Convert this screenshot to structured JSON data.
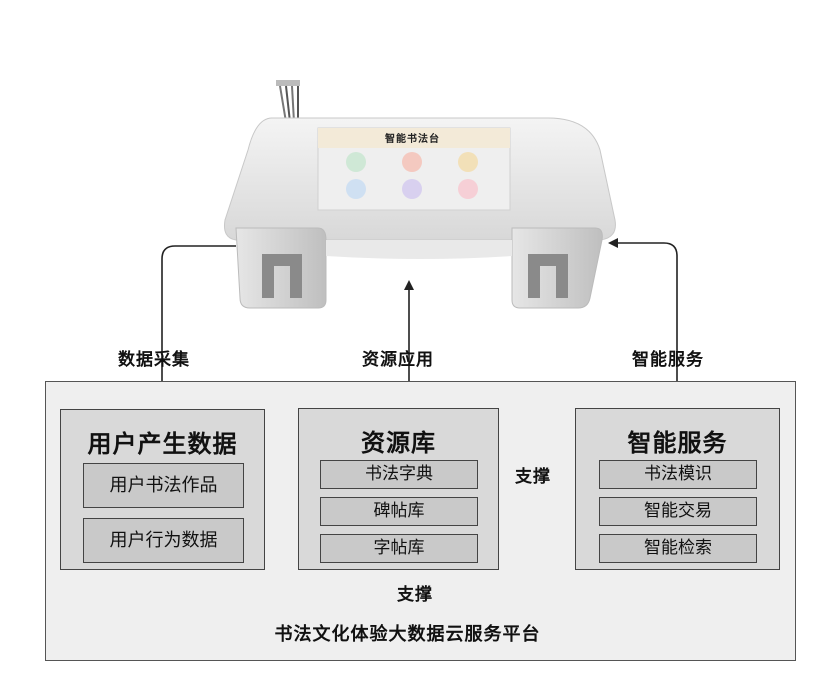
{
  "desk": {
    "screen_title": "智能书法台"
  },
  "flows": {
    "data_collection": "数据采集",
    "resource_application": "资源应用",
    "intelligent_service": "智能服务"
  },
  "platform": {
    "title": "书法文化体验大数据云服务平台",
    "user_data": {
      "title": "用户产生数据",
      "items": [
        "用户书法作品",
        "用户行为数据"
      ]
    },
    "resources": {
      "title": "资源库",
      "items": [
        "书法字典",
        "碑帖库",
        "字帖库"
      ]
    },
    "services": {
      "title": "智能服务",
      "items": [
        "书法模识",
        "智能交易",
        "智能检索"
      ]
    },
    "support_label_top": "支撑",
    "support_label_bottom": "支撑"
  }
}
